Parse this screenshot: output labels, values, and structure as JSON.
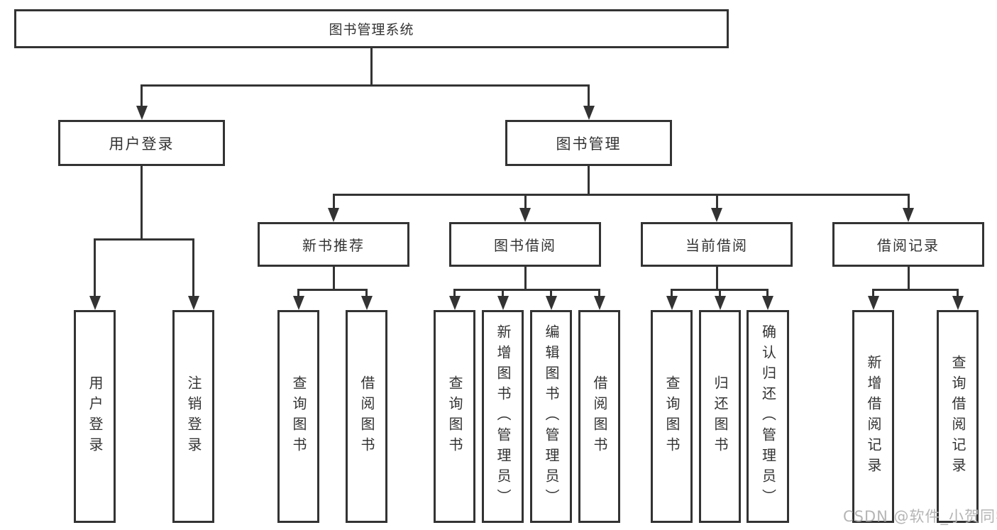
{
  "diagram": {
    "root": {
      "label": "图书管理系统"
    },
    "login": {
      "label": "用户登录",
      "children": [
        {
          "label": "用户登录"
        },
        {
          "label": "注销登录"
        }
      ]
    },
    "management": {
      "label": "图书管理",
      "modules": [
        {
          "label": "新书推荐",
          "children": [
            {
              "label": "查询图书"
            },
            {
              "label": "借阅图书"
            }
          ]
        },
        {
          "label": "图书借阅",
          "children": [
            {
              "label": "查询图书"
            },
            {
              "label": "新增图书（管理员）"
            },
            {
              "label": "编辑图书（管理员）"
            },
            {
              "label": "借阅图书"
            }
          ]
        },
        {
          "label": "当前借阅",
          "children": [
            {
              "label": "查询图书"
            },
            {
              "label": "归还图书"
            },
            {
              "label": "确认归还（管理员）"
            }
          ]
        },
        {
          "label": "借阅记录",
          "children": [
            {
              "label": "新增借阅记录"
            },
            {
              "label": "查询借阅记录"
            }
          ]
        }
      ]
    },
    "watermark": "CSDN @软件_小贺同学",
    "colors": {
      "line": "#333333",
      "text": "#333333",
      "watermark": "#b5b5b5",
      "background": "#ffffff"
    }
  }
}
